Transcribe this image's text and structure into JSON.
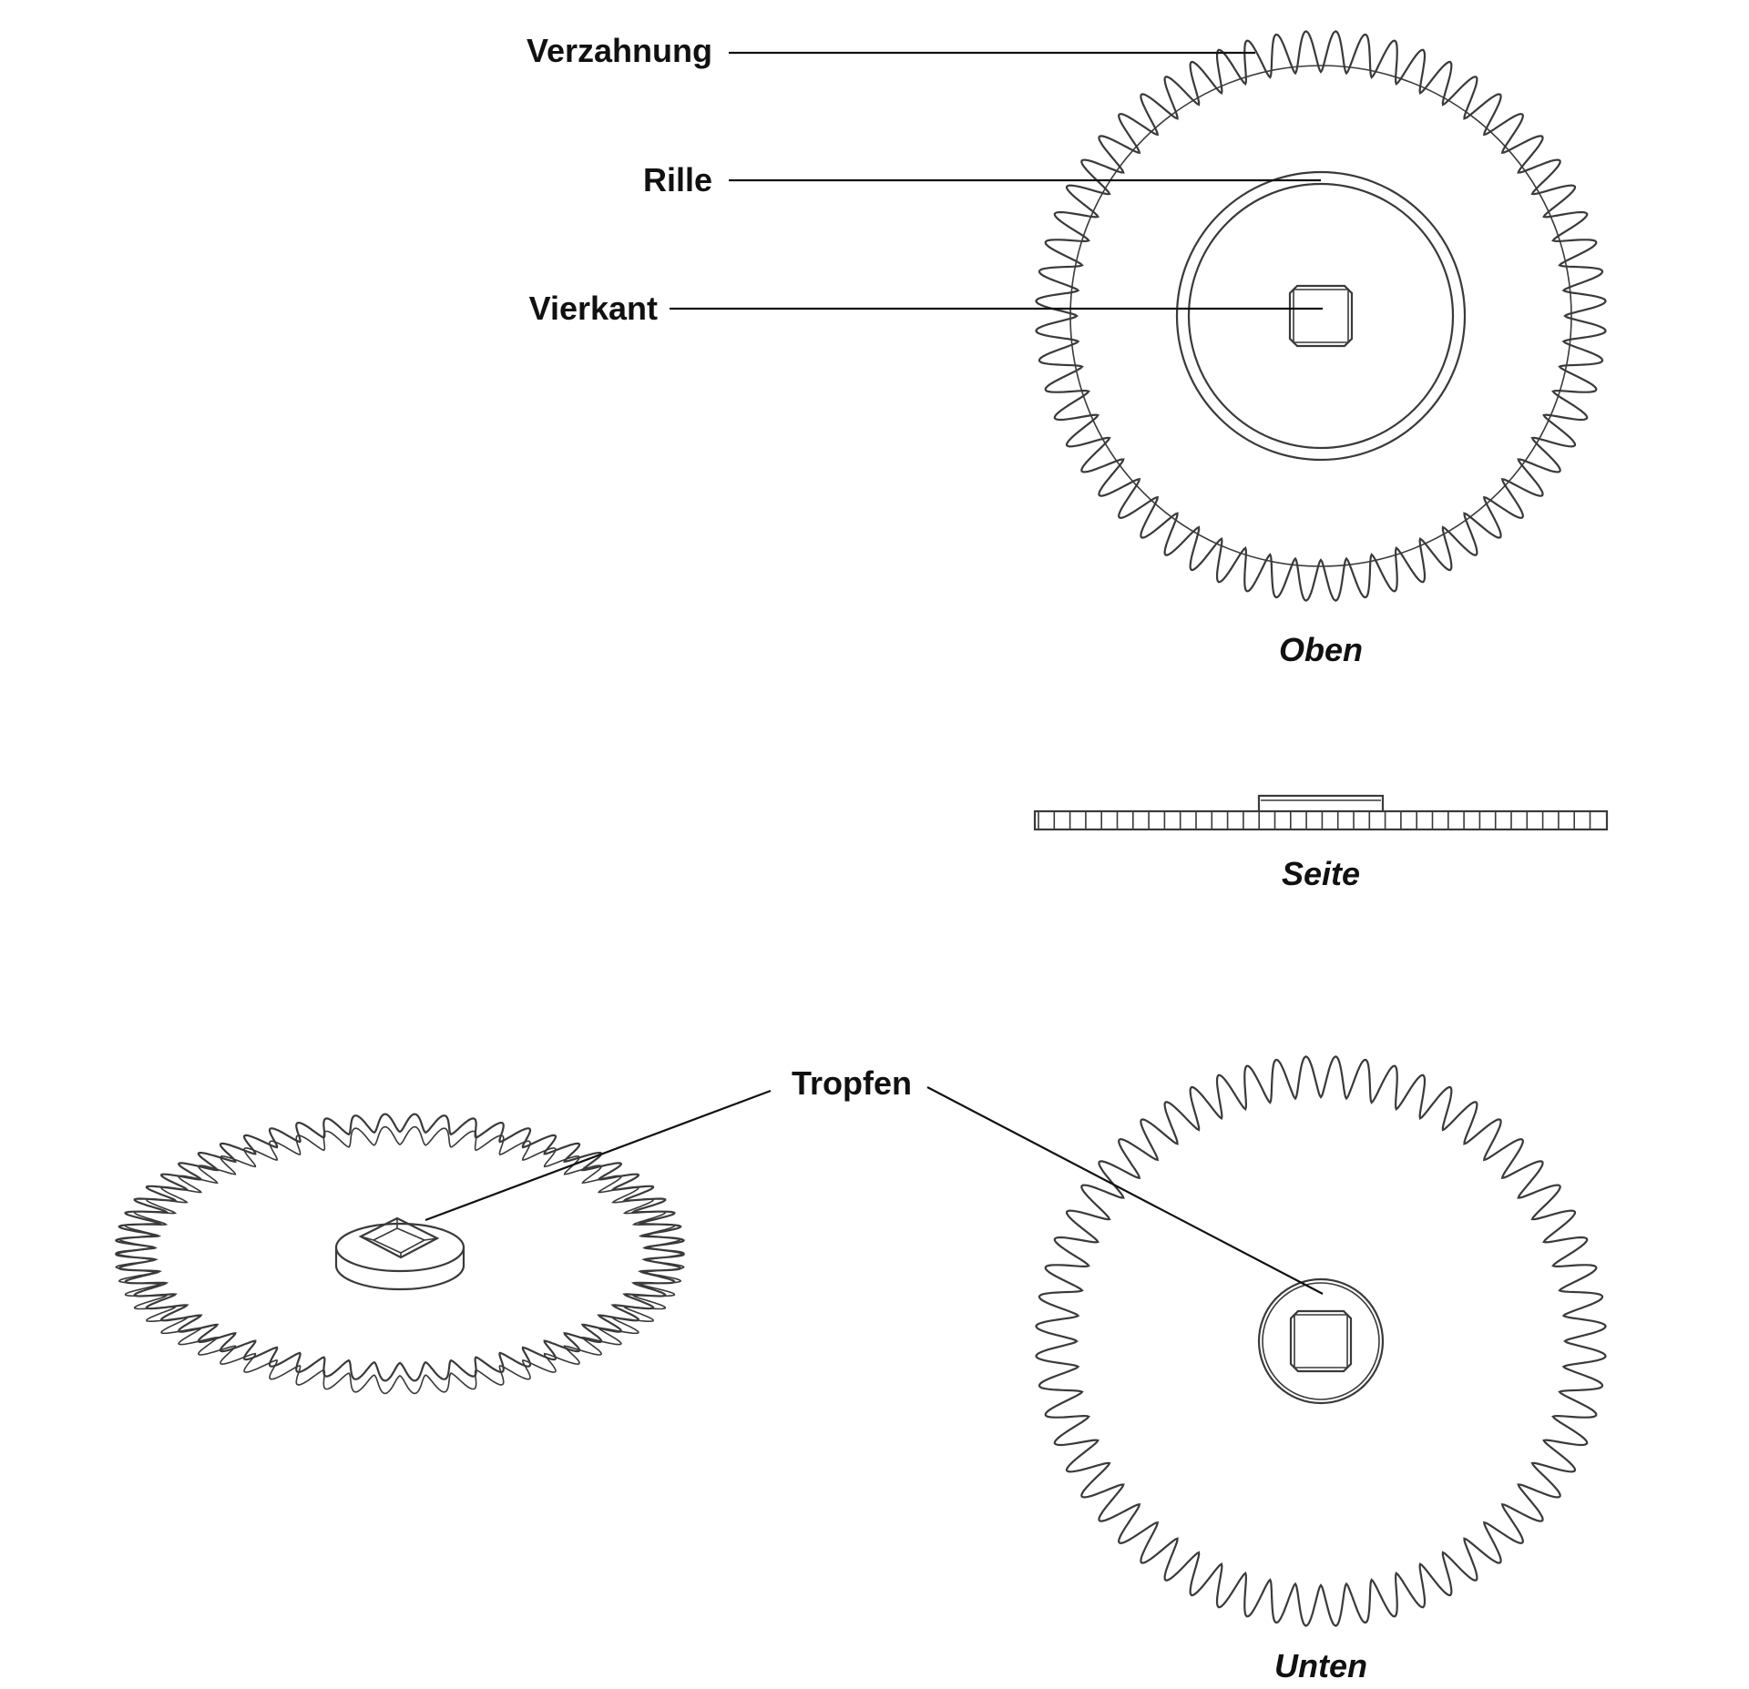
{
  "labels": {
    "teeth": "Verzahnung",
    "groove": "Rille",
    "square": "Vierkant",
    "drop": "Tropfen"
  },
  "captions": {
    "top": "Oben",
    "side": "Seite",
    "bottom": "Unten"
  },
  "gear": {
    "tooth_count": 60
  },
  "colors": {
    "line": "#3a3a3a",
    "text": "#111111",
    "background": "#ffffff"
  }
}
